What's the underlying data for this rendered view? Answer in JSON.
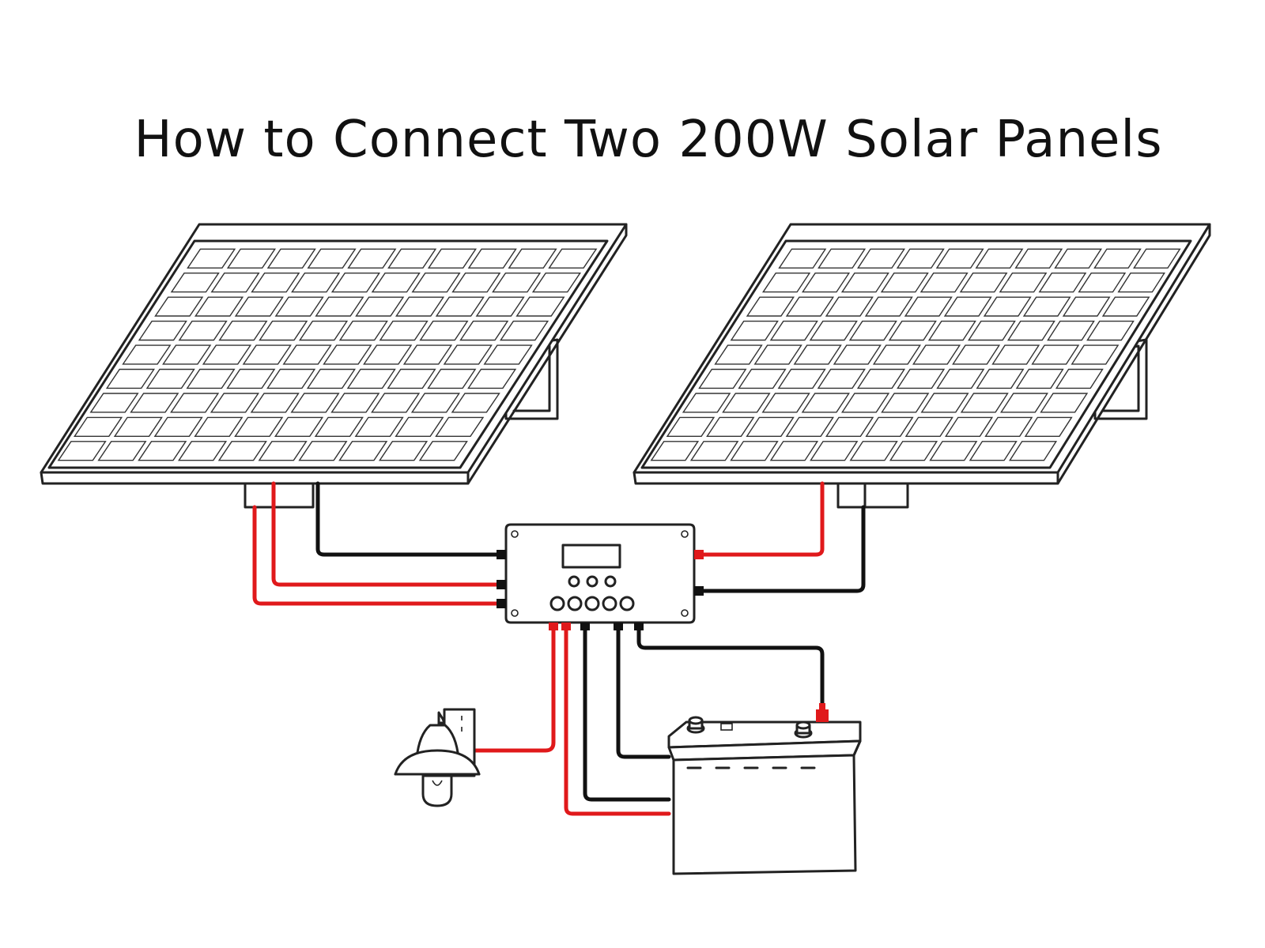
{
  "title": "How to Connect Two 200W Solar Panels",
  "colors": {
    "positive_wire": "#e0191b",
    "negative_wire": "#111111",
    "outline": "#222222",
    "background": "#ffffff"
  },
  "components": [
    {
      "id": "solar-panel-left",
      "icon": "solar-panel-icon"
    },
    {
      "id": "solar-panel-right",
      "icon": "solar-panel-icon"
    },
    {
      "id": "charge-controller",
      "icon": "charge-controller-icon"
    },
    {
      "id": "battery",
      "icon": "battery-icon"
    },
    {
      "id": "lamp",
      "icon": "lamp-icon"
    }
  ]
}
